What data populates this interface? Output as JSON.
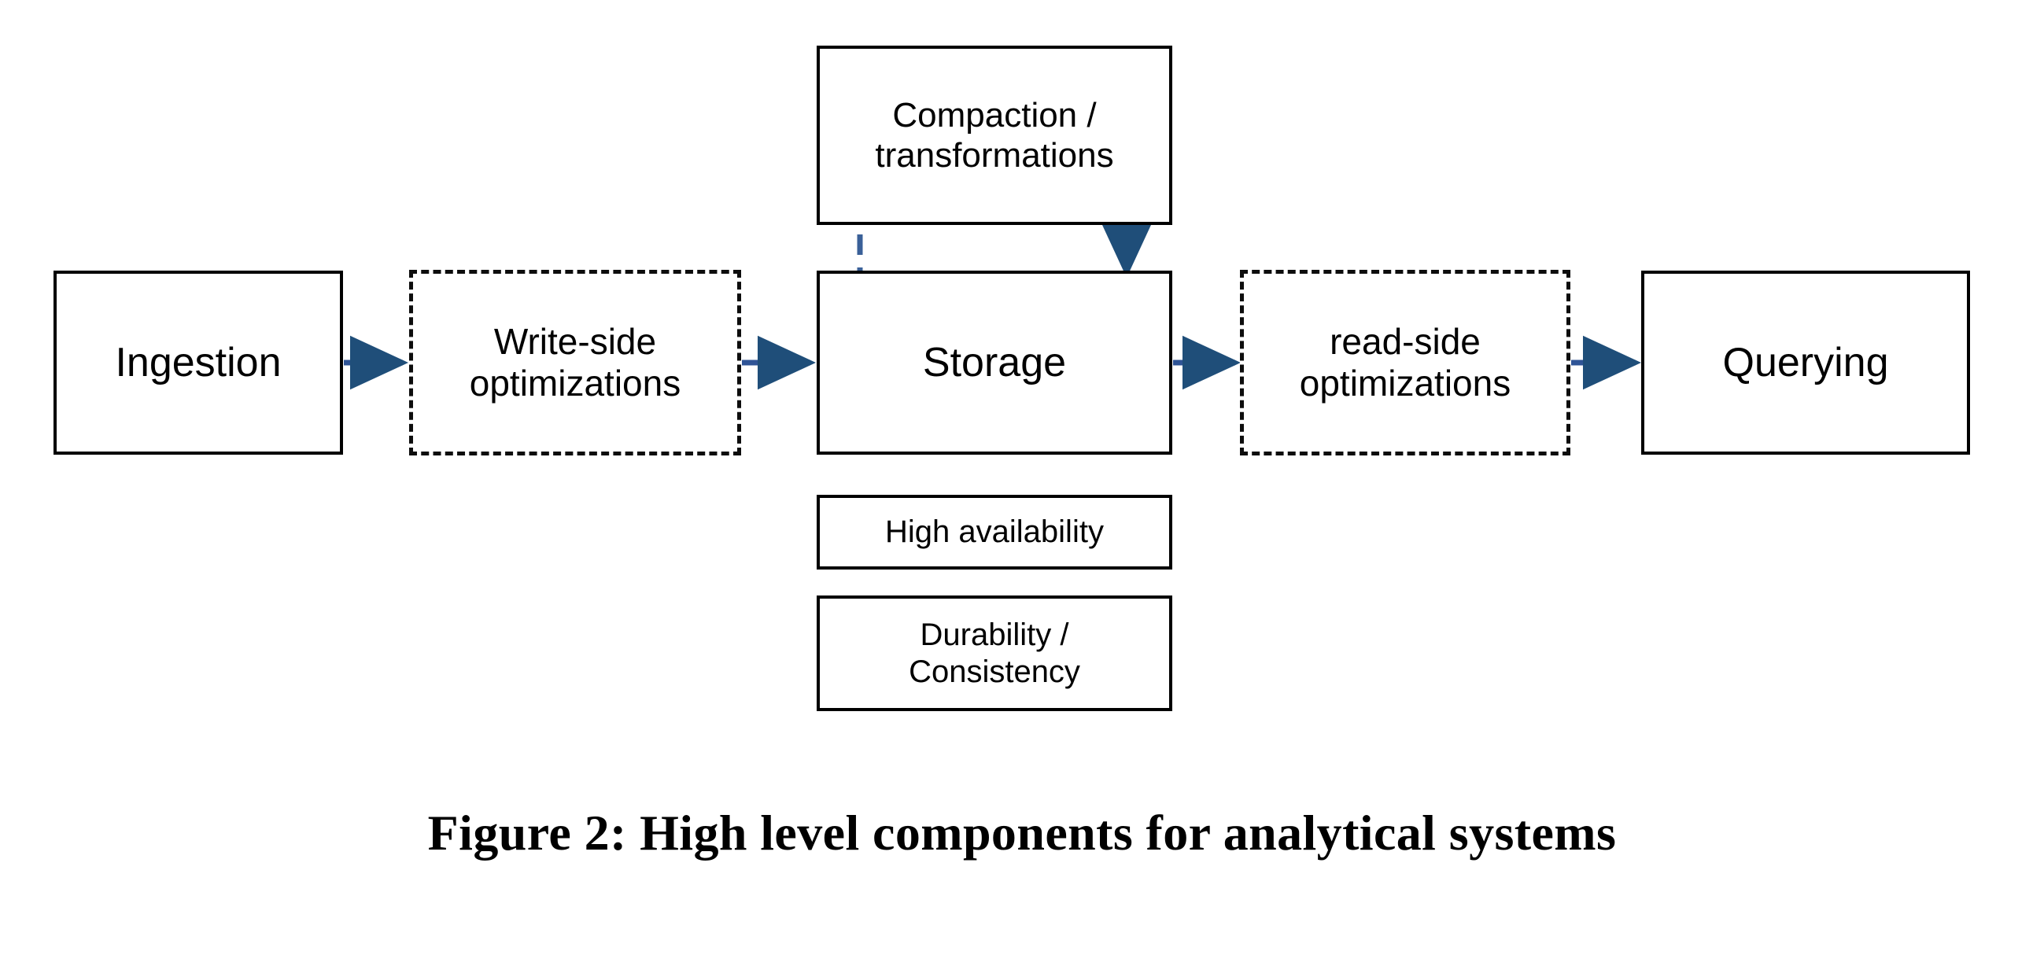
{
  "figure": {
    "caption": "Figure 2: High level components for analytical systems",
    "background_color": "#ffffff",
    "box_border_color": "#000000",
    "connector_color": "#2F5496",
    "arrowhead_color": "#1F4E79"
  },
  "nodes": {
    "ingestion": {
      "label": "Ingestion",
      "style": "solid"
    },
    "write_side": {
      "label": "Write-side\noptimizations",
      "style": "dashed"
    },
    "storage": {
      "label": "Storage",
      "style": "solid"
    },
    "read_side": {
      "label": "read-side\noptimizations",
      "style": "dashed"
    },
    "querying": {
      "label": "Querying",
      "style": "solid"
    },
    "compaction": {
      "label": "Compaction /\ntransformations",
      "style": "solid"
    },
    "high_availability": {
      "label": "High availability",
      "style": "solid"
    },
    "durability": {
      "label": "Durability /\nConsistency",
      "style": "solid"
    }
  },
  "connectors": [
    {
      "name": "ingestion-to-write-side",
      "from": "ingestion",
      "to": "write_side",
      "style": "solid-arrow",
      "direction": "right"
    },
    {
      "name": "write-side-to-storage",
      "from": "write_side",
      "to": "storage",
      "style": "solid-arrow",
      "direction": "right"
    },
    {
      "name": "storage-to-read-side",
      "from": "storage",
      "to": "read_side",
      "style": "solid-arrow",
      "direction": "right"
    },
    {
      "name": "read-side-to-querying",
      "from": "read_side",
      "to": "querying",
      "style": "solid-arrow",
      "direction": "right"
    },
    {
      "name": "storage-to-compaction",
      "from": "storage",
      "to": "compaction",
      "style": "dashed-line",
      "direction": "up"
    },
    {
      "name": "compaction-to-storage",
      "from": "compaction",
      "to": "storage",
      "style": "solid-arrow",
      "direction": "down"
    }
  ]
}
